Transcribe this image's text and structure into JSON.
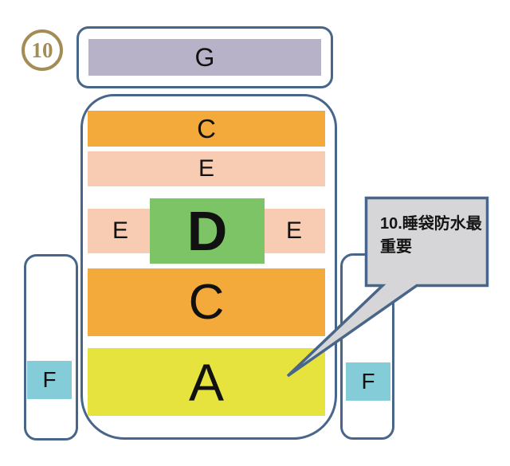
{
  "badge": {
    "number": "10"
  },
  "backpack": {
    "lid": {
      "label": "G"
    },
    "main": {
      "bars": [
        {
          "id": "c-top",
          "label": "C"
        },
        {
          "id": "e-top",
          "label": "E"
        },
        {
          "id": "e-left",
          "label": "E"
        },
        {
          "id": "d-center",
          "label": "D"
        },
        {
          "id": "e-right",
          "label": "E"
        },
        {
          "id": "c-large",
          "label": "C"
        },
        {
          "id": "a-bottom",
          "label": "A"
        }
      ]
    },
    "pockets": [
      {
        "label": "F"
      },
      {
        "label": "F"
      }
    ]
  },
  "callout": {
    "text": "10.睡袋防水最重要"
  },
  "colors": {
    "outline": "#48658a",
    "lavender": "#b8b2c8",
    "orange": "#f4a93b",
    "salmon": "#f8ccb2",
    "green": "#7dc466",
    "yellow": "#e6e33e",
    "cyan": "#84ccd8",
    "callout-fill": "#d6d6d8",
    "badge": "#a48c55"
  }
}
